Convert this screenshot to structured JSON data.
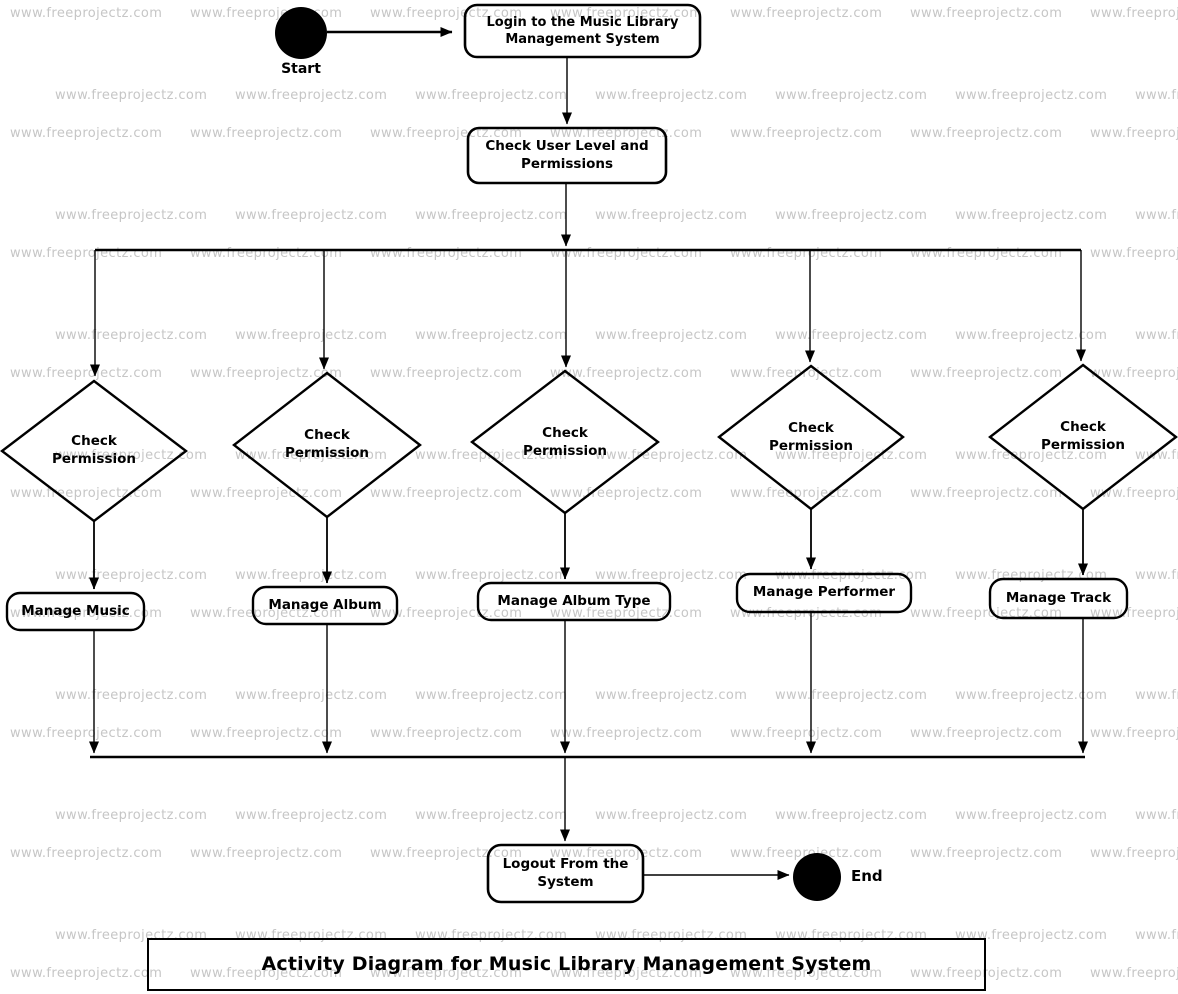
{
  "watermark": {
    "text": "www.freeprojectz.com",
    "color": "#c6c6c6"
  },
  "diagram": {
    "start_label": "Start",
    "end_label": "End",
    "nodes": {
      "login": "Login to the Music Library Management System",
      "check_user_level": "Check User Level and Permissions",
      "manage_music": "Manage Music",
      "manage_album": "Manage Album",
      "manage_album_type": "Manage Album Type",
      "manage_performer": "Manage Performer",
      "manage_track": "Manage Track",
      "logout": "Logout From the System"
    },
    "decisions": [
      "Check Permission",
      "Check Permission",
      "Check Permission",
      "Check Permission",
      "Check Permission"
    ],
    "title": "Activity Diagram for Music Library Management System",
    "colors": {
      "stroke": "#000000",
      "node_fill": "#000000",
      "background": "#ffffff"
    }
  }
}
